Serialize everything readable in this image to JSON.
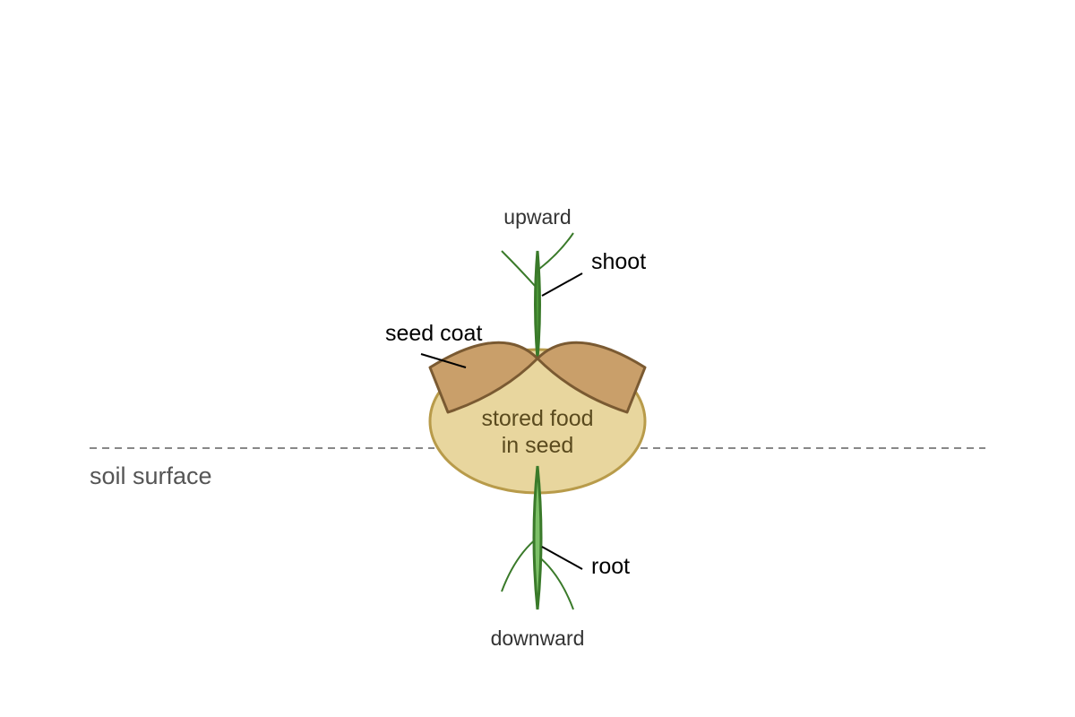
{
  "labels": {
    "upward": "upward",
    "downward": "downward",
    "shoot": "shoot",
    "root": "root",
    "seed_coat": "seed coat",
    "stored_food_line1": "stored food",
    "stored_food_line2": "in seed",
    "soil_surface": "soil surface"
  },
  "colors": {
    "background": "#ffffff",
    "soil_line": "#888888",
    "seed_fill": "#e8d69e",
    "seed_stroke": "#b89b4a",
    "seed_coat_fill": "#c99f6a",
    "seed_coat_stroke": "#7a5a32",
    "shoot_stroke": "#3a7a2a",
    "shoot_fill": "#4e9a3a",
    "root_fill": "#7cc067",
    "leader_line": "#000000",
    "label_text": "#000000",
    "direction_text": "#333333",
    "food_text": "#5a4a1e",
    "soil_text": "#555555"
  }
}
